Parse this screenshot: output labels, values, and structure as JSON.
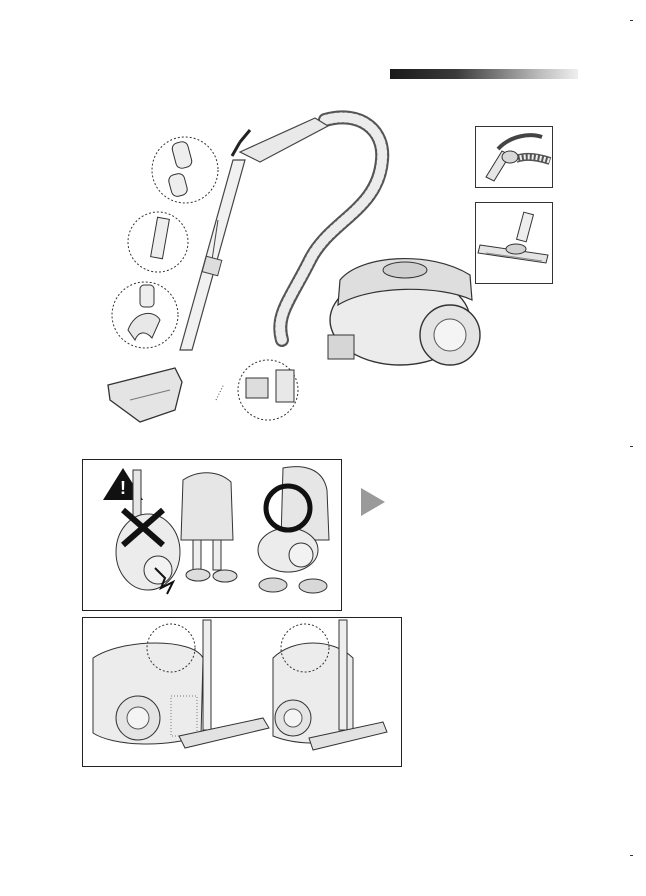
{
  "page": {
    "header_bar_color_dark": "#1a1a1a",
    "header_bar_color_light": "#efefef"
  },
  "illustrations": {
    "assembly": {
      "icon": "vacuum-assembly-illustration"
    },
    "accessory_1": {
      "icon": "dusting-brush-accessory"
    },
    "accessory_2": {
      "icon": "floor-nozzle-accessory"
    },
    "caution": {
      "icon": "warning-triangle-icon",
      "symbol": "!"
    },
    "arrow": {
      "icon": "play-arrow-icon",
      "color": "#9a9a9a"
    },
    "storage": {
      "icon": "vacuum-storage-illustration"
    }
  }
}
